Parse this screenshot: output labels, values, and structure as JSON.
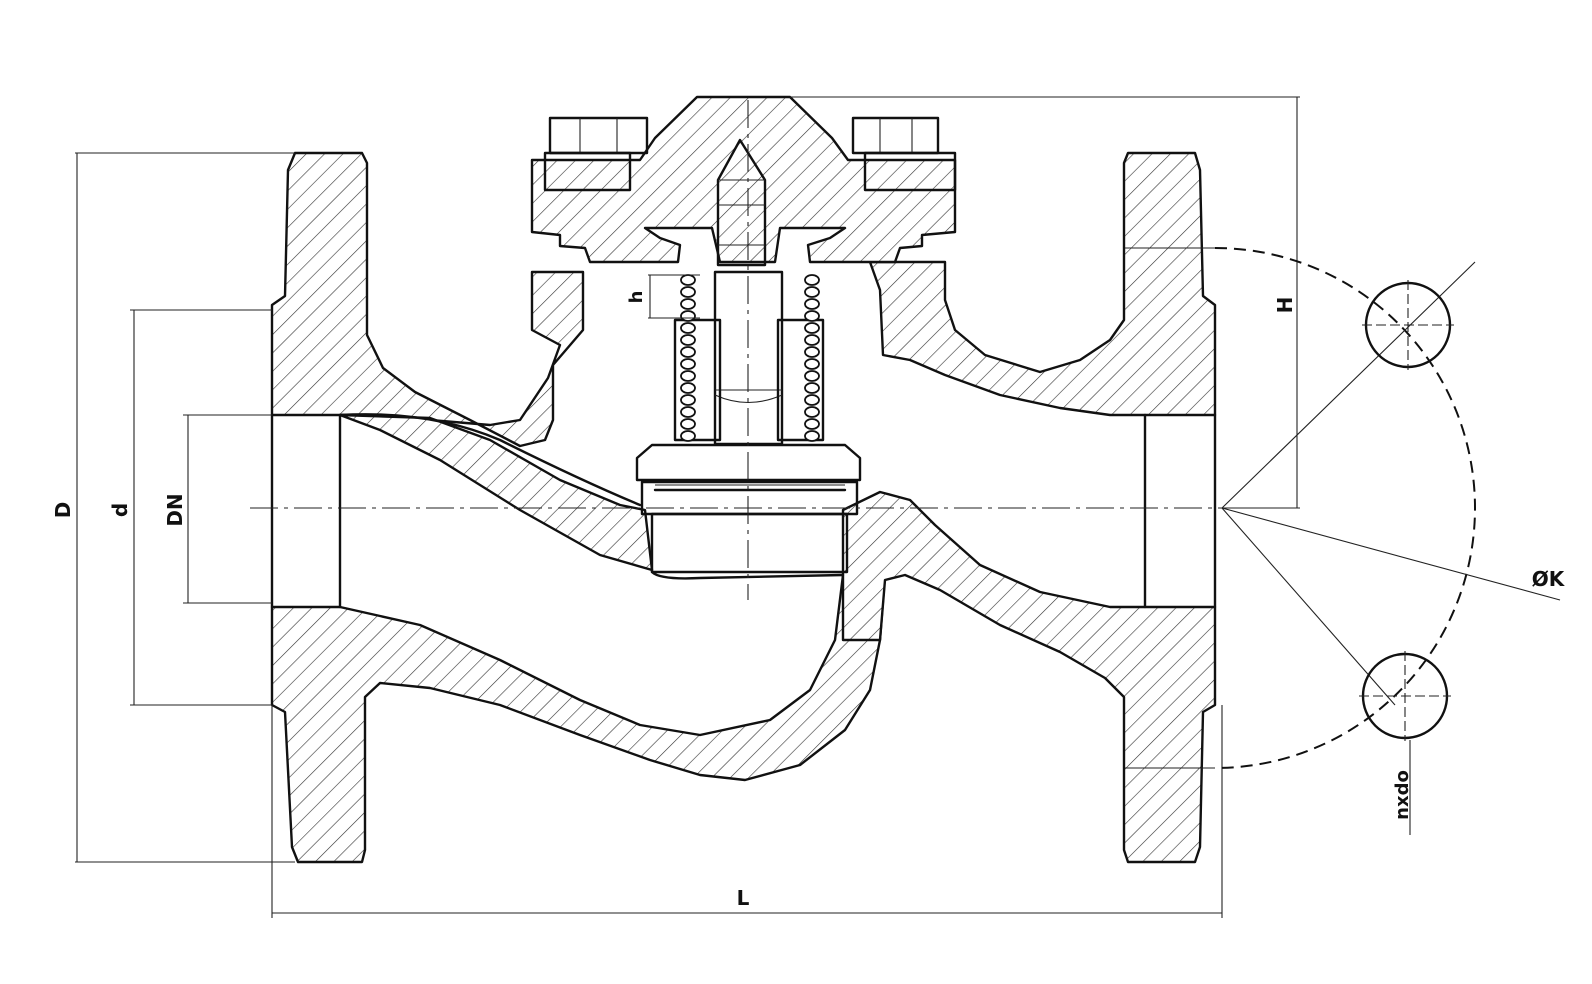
{
  "labels": {
    "D": "D",
    "d": "d",
    "DN": "DN",
    "h": "h",
    "H": "H",
    "L": "L",
    "K": "ØK",
    "ndo": "nxdo"
  }
}
